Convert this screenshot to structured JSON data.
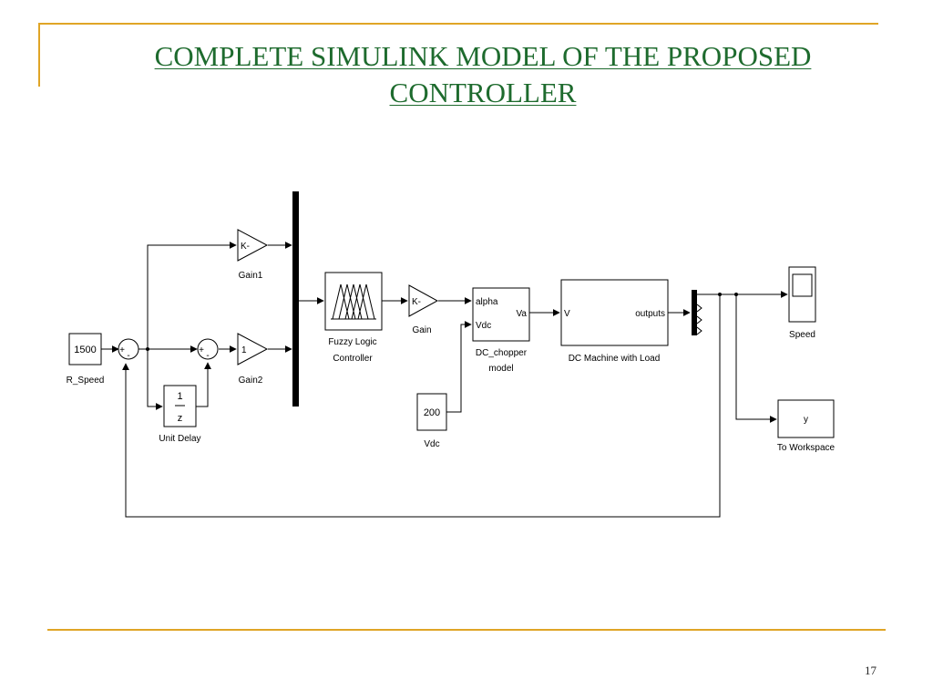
{
  "slide": {
    "title_line1": "COMPLETE SIMULINK MODEL OF THE PROPOSED",
    "title_line2": "CONTROLLER",
    "page_number": "17",
    "colors": {
      "title": "#1e6b2e",
      "accent_rule": "#e0a526"
    }
  },
  "diagram": {
    "blocks": {
      "r_speed": {
        "value": "1500",
        "label": "R_Speed"
      },
      "sum1": {
        "plus": "+",
        "minus": "-"
      },
      "sum2": {
        "plus": "+",
        "minus": "-"
      },
      "unit_delay": {
        "numerator": "1",
        "denominator": "z",
        "label": "Unit Delay"
      },
      "gain1": {
        "value": "K-",
        "label": "Gain1"
      },
      "gain2": {
        "value": "1",
        "label": "Gain2"
      },
      "fuzzy": {
        "label_line1": "Fuzzy Logic",
        "label_line2": "Controller"
      },
      "gain": {
        "value": "K-",
        "label": "Gain"
      },
      "chopper": {
        "port_alpha": "alpha",
        "port_vdc": "Vdc",
        "port_va": "Va",
        "label_line1": "DC_chopper",
        "label_line2": "model"
      },
      "vdc_const": {
        "value": "200",
        "label": "Vdc"
      },
      "machine": {
        "port_v": "V",
        "port_outputs": "outputs",
        "label": "DC Machine with Load"
      },
      "scope": {
        "label": "Speed"
      },
      "to_workspace": {
        "value": "y",
        "label": "To Workspace"
      }
    }
  }
}
